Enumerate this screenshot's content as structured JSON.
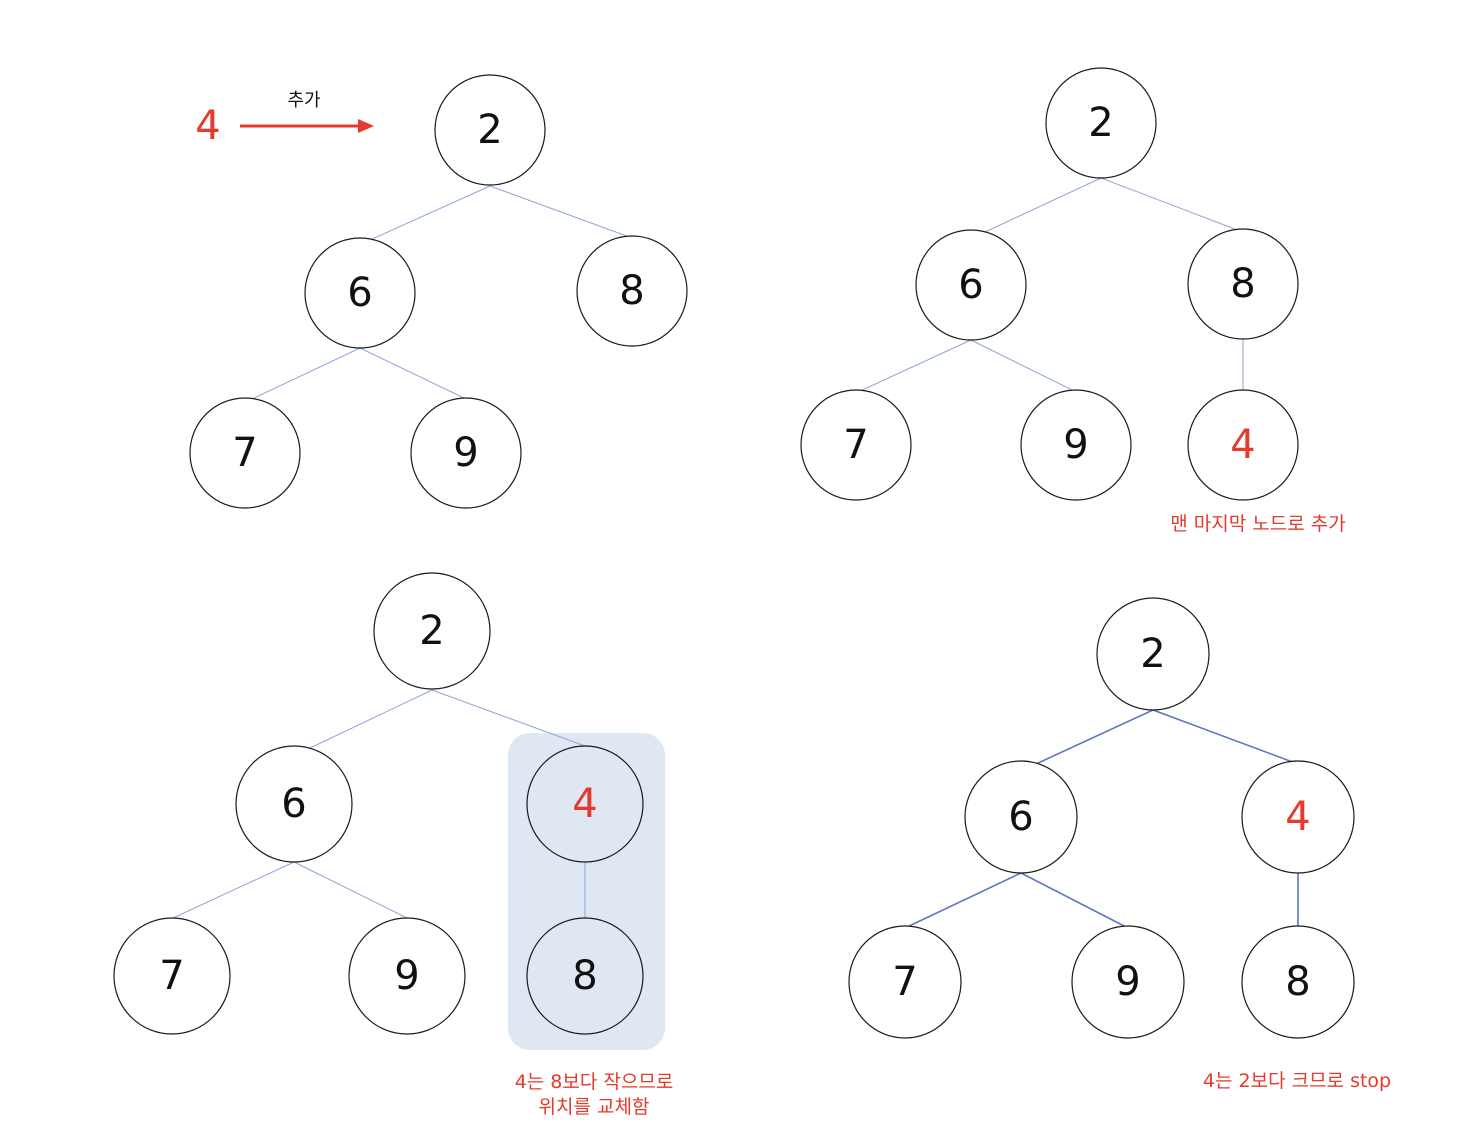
{
  "colors": {
    "highlight": "#e53a2c",
    "normal_text": "#111111",
    "edge": "#8fa6d8",
    "swap_box": "#dfe7f3"
  },
  "panel1": {
    "incoming_value": "4",
    "arrow_label": "추가",
    "nodes": [
      {
        "id": "root",
        "label": "2"
      },
      {
        "id": "left",
        "label": "6"
      },
      {
        "id": "right",
        "label": "8"
      },
      {
        "id": "left-left",
        "label": "7"
      },
      {
        "id": "left-right",
        "label": "9"
      }
    ]
  },
  "panel2": {
    "nodes": [
      {
        "id": "root",
        "label": "2"
      },
      {
        "id": "left",
        "label": "6"
      },
      {
        "id": "right",
        "label": "8"
      },
      {
        "id": "left-left",
        "label": "7"
      },
      {
        "id": "left-right",
        "label": "9"
      },
      {
        "id": "right-left",
        "label": "4",
        "highlight": true
      }
    ],
    "caption": "맨 마지막 노드로 추가"
  },
  "panel3": {
    "nodes": [
      {
        "id": "root",
        "label": "2"
      },
      {
        "id": "left",
        "label": "6"
      },
      {
        "id": "right",
        "label": "4",
        "highlight": true
      },
      {
        "id": "left-left",
        "label": "7"
      },
      {
        "id": "left-right",
        "label": "9"
      },
      {
        "id": "right-left",
        "label": "8"
      }
    ],
    "caption_line1": "4는 8보다 작으므로",
    "caption_line2": "위치를 교체함"
  },
  "panel4": {
    "nodes": [
      {
        "id": "root",
        "label": "2"
      },
      {
        "id": "left",
        "label": "6"
      },
      {
        "id": "right",
        "label": "4",
        "highlight": true
      },
      {
        "id": "left-left",
        "label": "7"
      },
      {
        "id": "left-right",
        "label": "9"
      },
      {
        "id": "right-left",
        "label": "8"
      }
    ],
    "caption": "4는 2보다 크므로 stop"
  }
}
